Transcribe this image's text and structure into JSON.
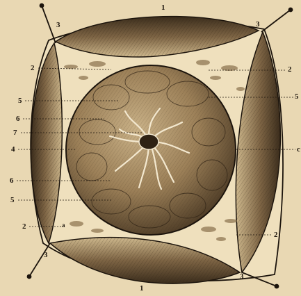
{
  "figure": {
    "labels": {
      "top_1": "1",
      "bottom_1": "1",
      "corner_tl_3": "3",
      "corner_tr_3": "3",
      "corner_bl_3": "3",
      "corner_br_3": "3",
      "left_2_upper": "2",
      "right_2_upper": "2",
      "left_5_upper": "5",
      "right_5": "5",
      "left_6_upper": "6",
      "left_7": "7",
      "left_4": "4",
      "right_c": "c",
      "left_6_lower": "6",
      "left_5_lower": "5",
      "left_2_lower": "2",
      "left_a": "a",
      "right_2_lower": "2"
    },
    "colors": {
      "paper": "#e9d8b3",
      "ink": "#1c140c",
      "membrane": "#efe0bd",
      "sphere_light": "#b89e74",
      "sphere_dark": "#4a3a26"
    }
  }
}
